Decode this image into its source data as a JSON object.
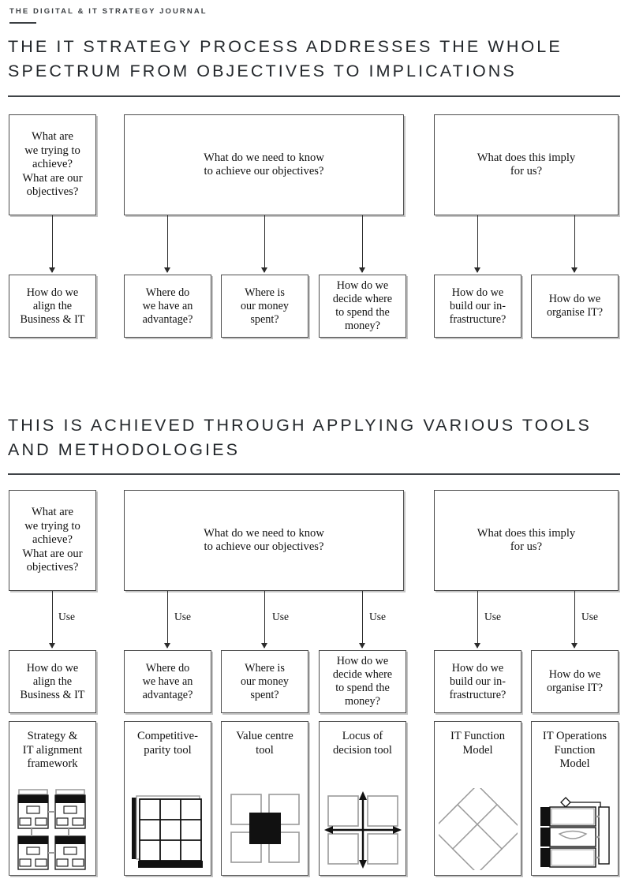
{
  "header": {
    "kicker": "THE DIGITAL & IT STRATEGY JOURNAL",
    "title": "THE IT STRATEGY PROCESS ADDRESSES THE WHOLE\nSPECTRUM  FROM OBJECTIVES TO IMPLICATIONS"
  },
  "section2": {
    "title": "THIS IS ACHIEVED THROUGH APPLYING VARIOUS TOOLS\nAND METHODOLOGIES"
  },
  "questions": {
    "objectives": "What are\nwe trying to\nachieve?\nWhat are our\nobjectives?",
    "know": "What do we need to know\nto achieve our objectives?",
    "imply": "What does this imply\nfor us?"
  },
  "subquestions": [
    {
      "key": "align",
      "text": "How do we\nalign the\nBusiness & IT"
    },
    {
      "key": "advantage",
      "text": "Where do\nwe have an\nadvantage?"
    },
    {
      "key": "money",
      "text": "Where is\nour money\nspent?"
    },
    {
      "key": "spend",
      "text": "How do we\ndecide where\nto spend the\nmoney?"
    },
    {
      "key": "infra",
      "text": "How do we\nbuild our in-\nfrastructure?"
    },
    {
      "key": "organise",
      "text": "How do we\norganise IT?"
    }
  ],
  "use_label": "Use",
  "use_labels": [
    "Use",
    "Use",
    "Use",
    "Use",
    "Use",
    "Use"
  ],
  "tools": [
    {
      "key": "strategy-alignment",
      "title": "Strategy &\nIT alignment\nframework",
      "art": "org-quadrants"
    },
    {
      "key": "competitive-parity",
      "title": "Competitive-\nparity tool",
      "art": "grid-3x3"
    },
    {
      "key": "value-centre",
      "title": "Value centre\ntool",
      "art": "four-squares-centre"
    },
    {
      "key": "locus-of-decision",
      "title": "Locus of\ndecision tool",
      "art": "quadrant-axes"
    },
    {
      "key": "it-function-model",
      "title": "IT Function\nModel",
      "art": "diamonds"
    },
    {
      "key": "it-operations-model",
      "title": "IT Operations\nFunction\nModel",
      "art": "stacked-bars"
    }
  ],
  "colors": {
    "text": "#1a1a1a",
    "heading": "#23272b",
    "rule": "#3f4347",
    "box_border": "#4d4d4d",
    "box_shadow": "#969696",
    "connector": "#2b2b2b",
    "art_dark": "#111111",
    "art_light": "#9a9a9a"
  }
}
